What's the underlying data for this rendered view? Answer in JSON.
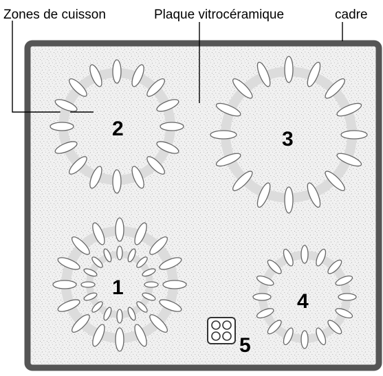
{
  "labels": {
    "zones": "Zones de cuisson",
    "plate": "Plaque vitrocéramique",
    "frame": "cadre"
  },
  "zones": [
    {
      "number": "2",
      "type": "single"
    },
    {
      "number": "3",
      "type": "single"
    },
    {
      "number": "1",
      "type": "dual"
    },
    {
      "number": "4",
      "type": "single"
    }
  ],
  "indicator": {
    "number": "5",
    "icon": "hob-layout-icon"
  },
  "colors": {
    "frame": "#555555",
    "surface": "#f2f2f2",
    "ring": "#dcdcdc",
    "petal_stroke": "#666666",
    "text": "#000000"
  }
}
